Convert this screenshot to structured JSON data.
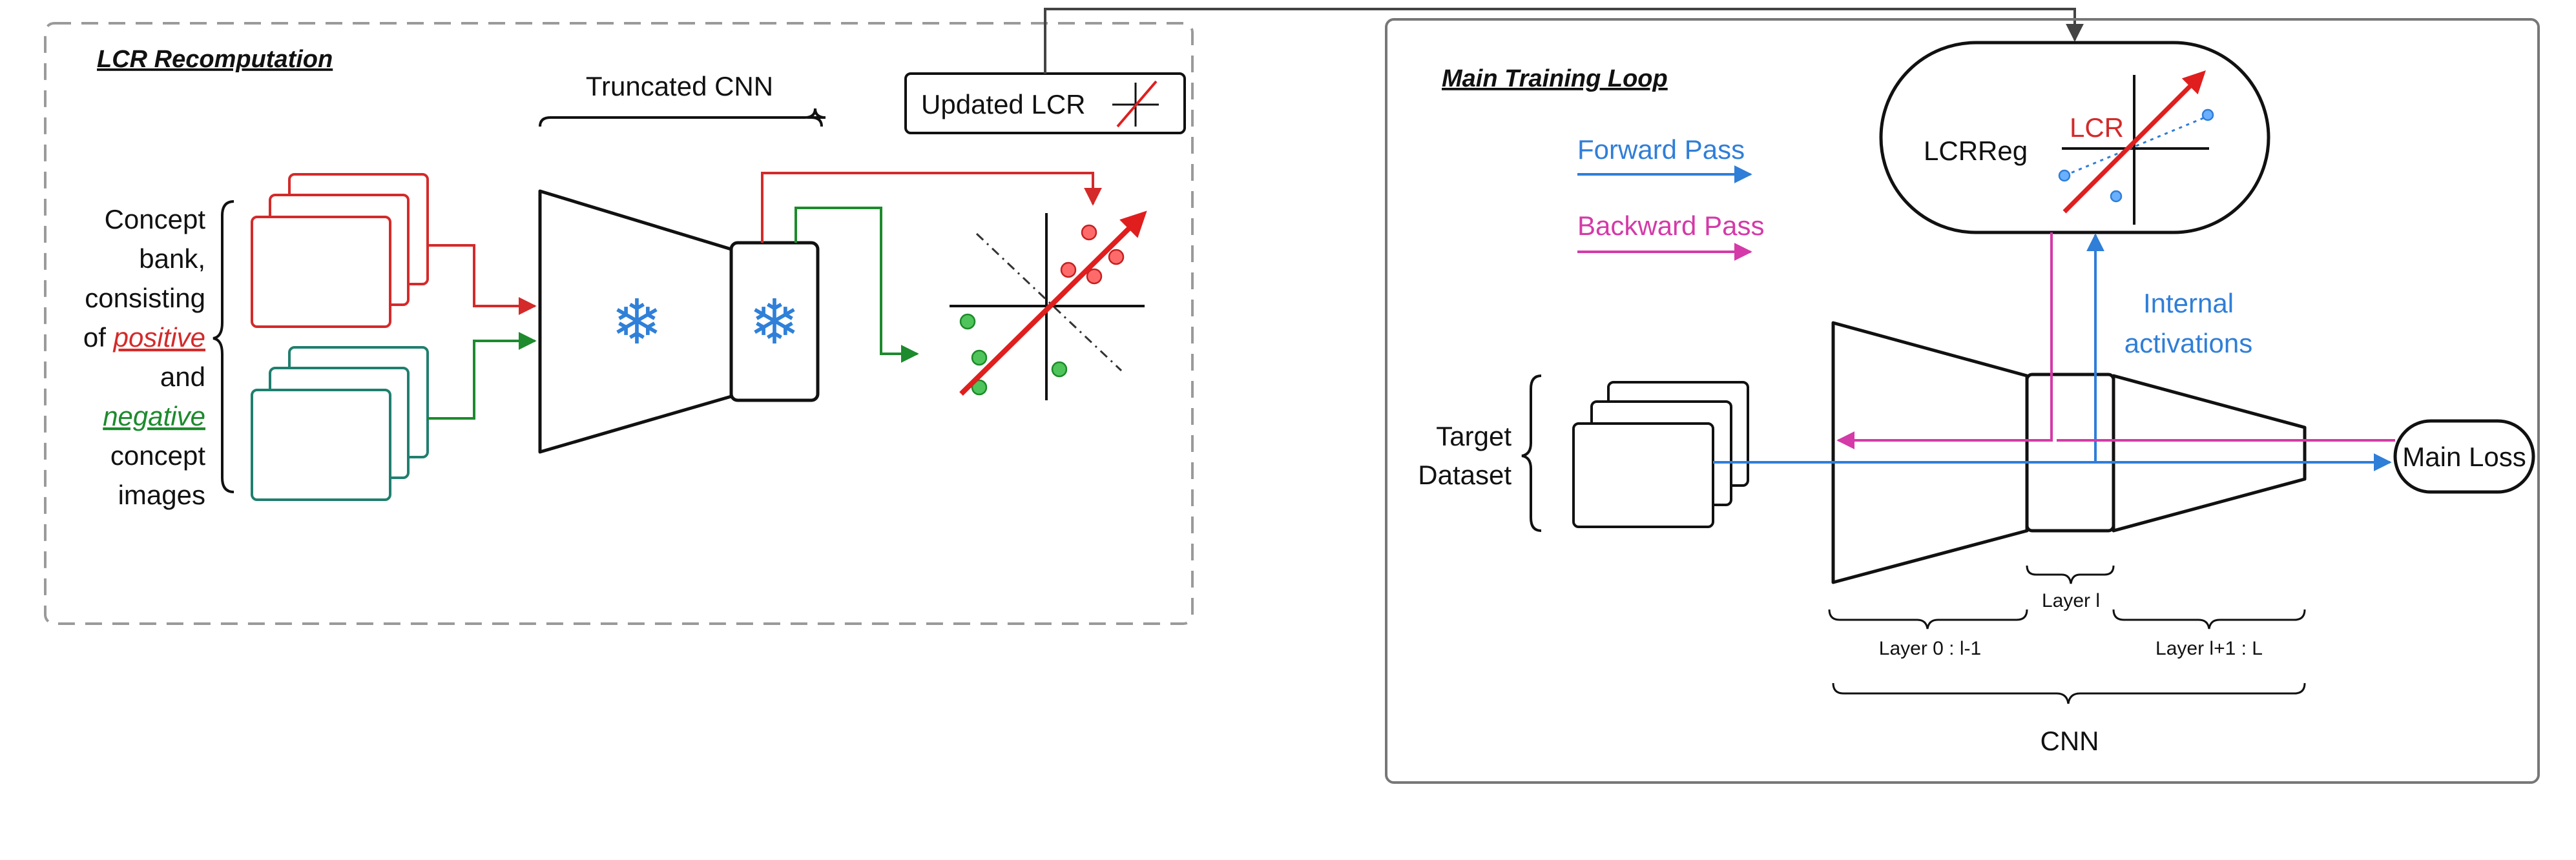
{
  "left_panel": {
    "title": "LCR Recomputation",
    "truncated_cnn_label": "Truncated CNN",
    "updated_lcr_label": "Updated LCR",
    "concept_bank": {
      "line1": "Concept",
      "line2": "bank,",
      "line3": "consisting",
      "line4_prefix": "of ",
      "positive": "positive",
      "line5": "and",
      "negative": "negative",
      "line7": "concept",
      "line8": "images"
    },
    "freeze_icon": "snowflake-icon"
  },
  "right_panel": {
    "title": "Main Training Loop",
    "forward_label": "Forward Pass",
    "backward_label": "Backward Pass",
    "lcrreg_label": "LCRReg",
    "lcr_label": "LCR",
    "internal_line1": "Internal",
    "internal_line2": "activations",
    "target_line1": "Target",
    "target_line2": "Dataset",
    "main_loss_label": "Main Loss",
    "layer_l_label": "Layer l",
    "layer_0_label": "Layer 0 : l-1",
    "layer_rest_label": "Layer l+1 :  L",
    "cnn_label": "CNN"
  },
  "colors": {
    "positive": "#d42a2a",
    "negative": "#1d8a2d",
    "forward": "#2f7ed8",
    "backward": "#d43aa8",
    "concept_red": "#d42a2a",
    "concept_teal": "#1f7f6f",
    "border_gray": "#9a9a9a"
  }
}
